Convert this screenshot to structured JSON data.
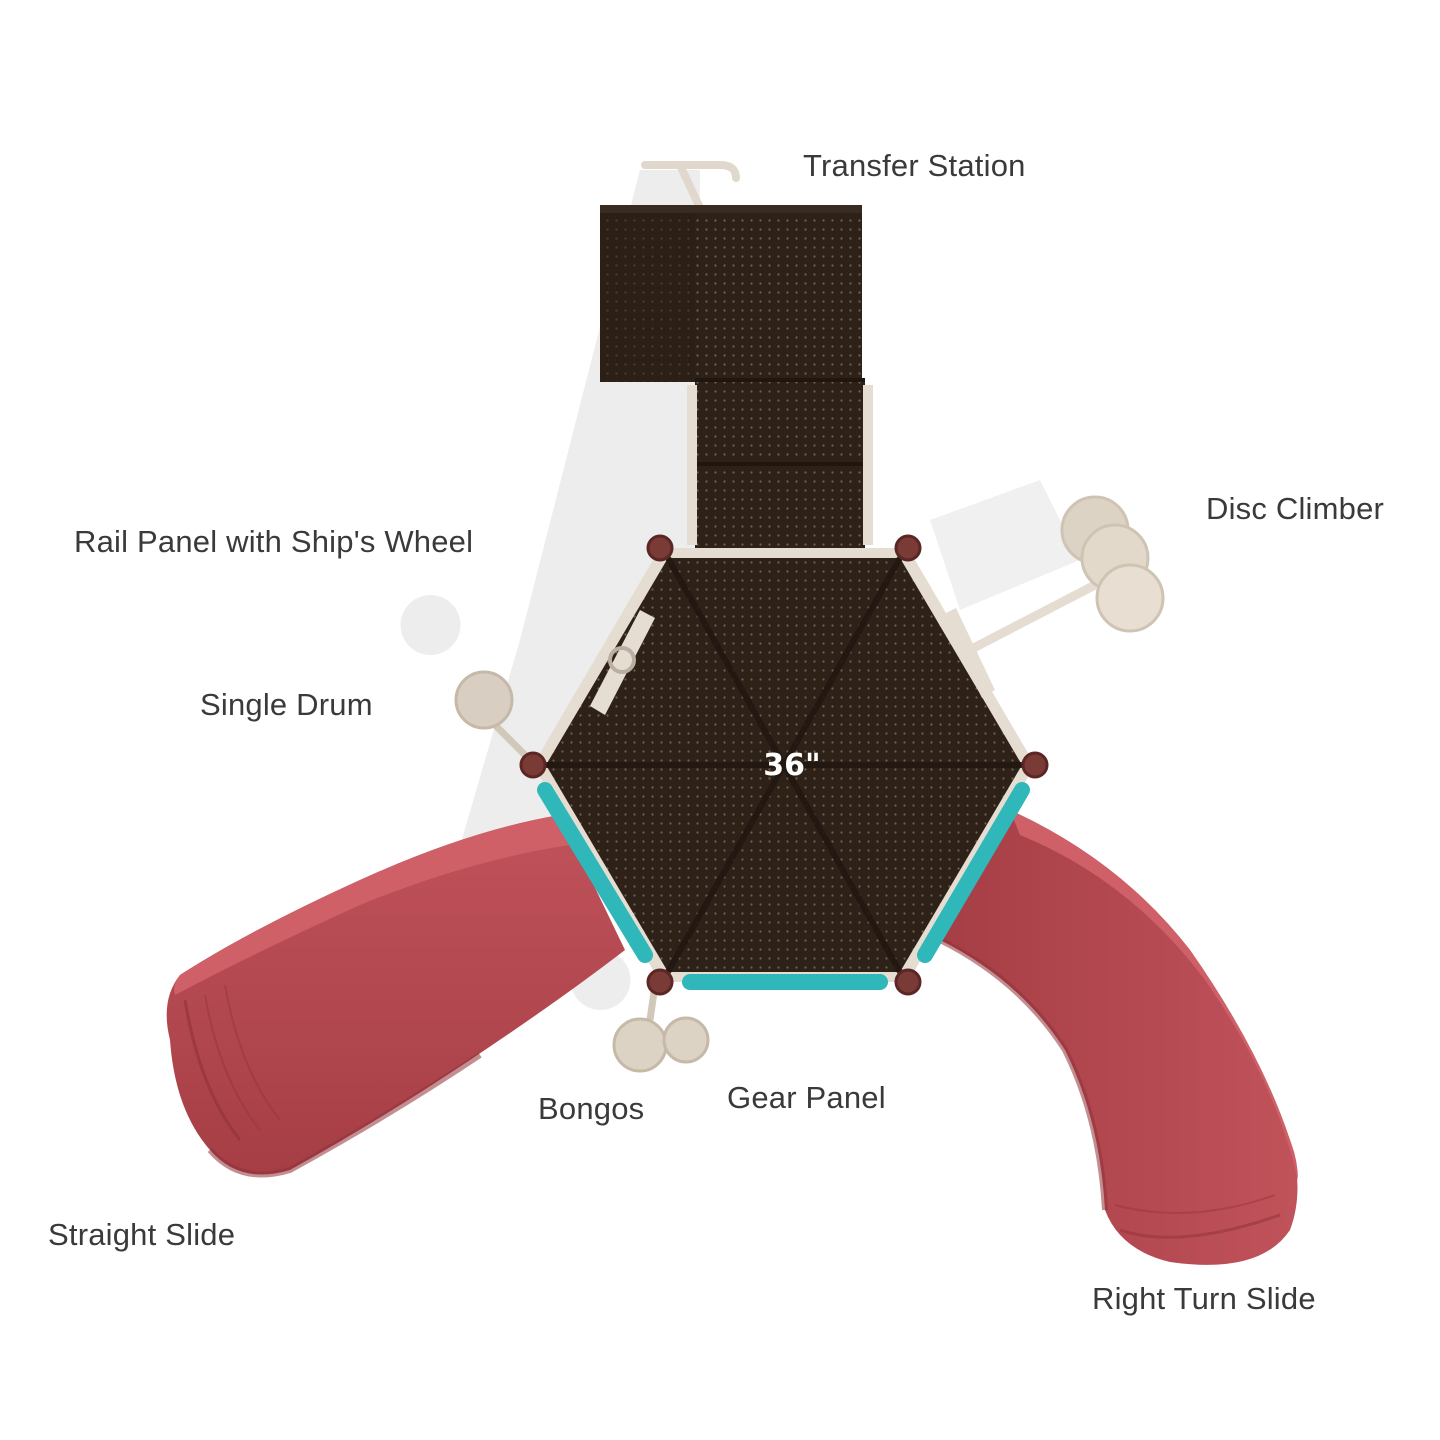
{
  "labels": {
    "transfer_station": "Transfer Station",
    "rail_panel": "Rail Panel with Ship's Wheel",
    "disc_climber": "Disc Climber",
    "single_drum": "Single Drum",
    "bongos": "Bongos",
    "gear_panel": "Gear Panel",
    "straight_slide": "Straight Slide",
    "right_turn_slide": "Right Turn Slide"
  },
  "deck": {
    "height_label": "36\""
  },
  "colors": {
    "deck": "#2e2118",
    "deck_dots": "#6f6358",
    "slide": "#b9484e",
    "slide_dark": "#8f3238",
    "barrier": "#2fb7b9",
    "post_cap": "#7a3a36",
    "rail": "#e6ddd2",
    "accessory": "#ddd3c5",
    "shadow": "#e7e7e7",
    "label_text": "#3a3a3a"
  }
}
